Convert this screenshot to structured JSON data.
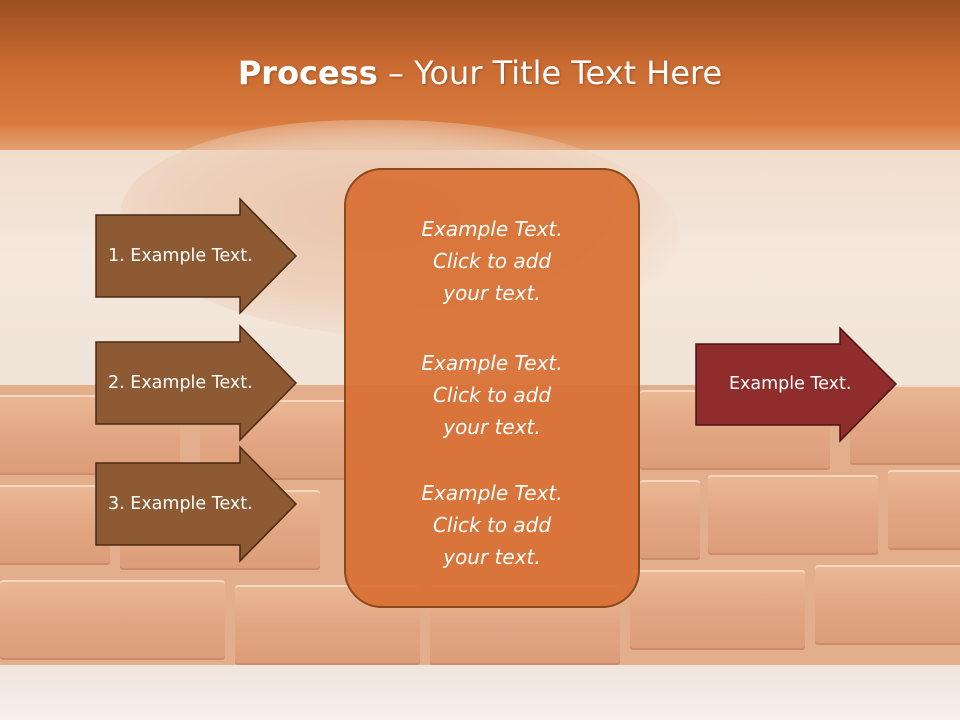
{
  "title": {
    "bold": "Process",
    "rest": " – Your Title Text Here"
  },
  "left_arrows": [
    {
      "label": "1. Example Text."
    },
    {
      "label": "2. Example Text."
    },
    {
      "label": "3. Example Text."
    }
  ],
  "center_box": {
    "blocks": [
      {
        "line1": "Example Text.",
        "line2": "Click  to add",
        "line3": "your text."
      },
      {
        "line1": "Example Text.",
        "line2": "Click  to add",
        "line3": "your text."
      },
      {
        "line1": "Example Text.",
        "line2": "Click  to add",
        "line3": "your text."
      }
    ]
  },
  "right_arrow": {
    "label": "Example Text."
  },
  "colors": {
    "header_orange": "#c96a31",
    "left_arrow_fill": "#8d5a33",
    "center_box_fill": "#d87034",
    "right_arrow_fill": "#8f2d2d"
  }
}
